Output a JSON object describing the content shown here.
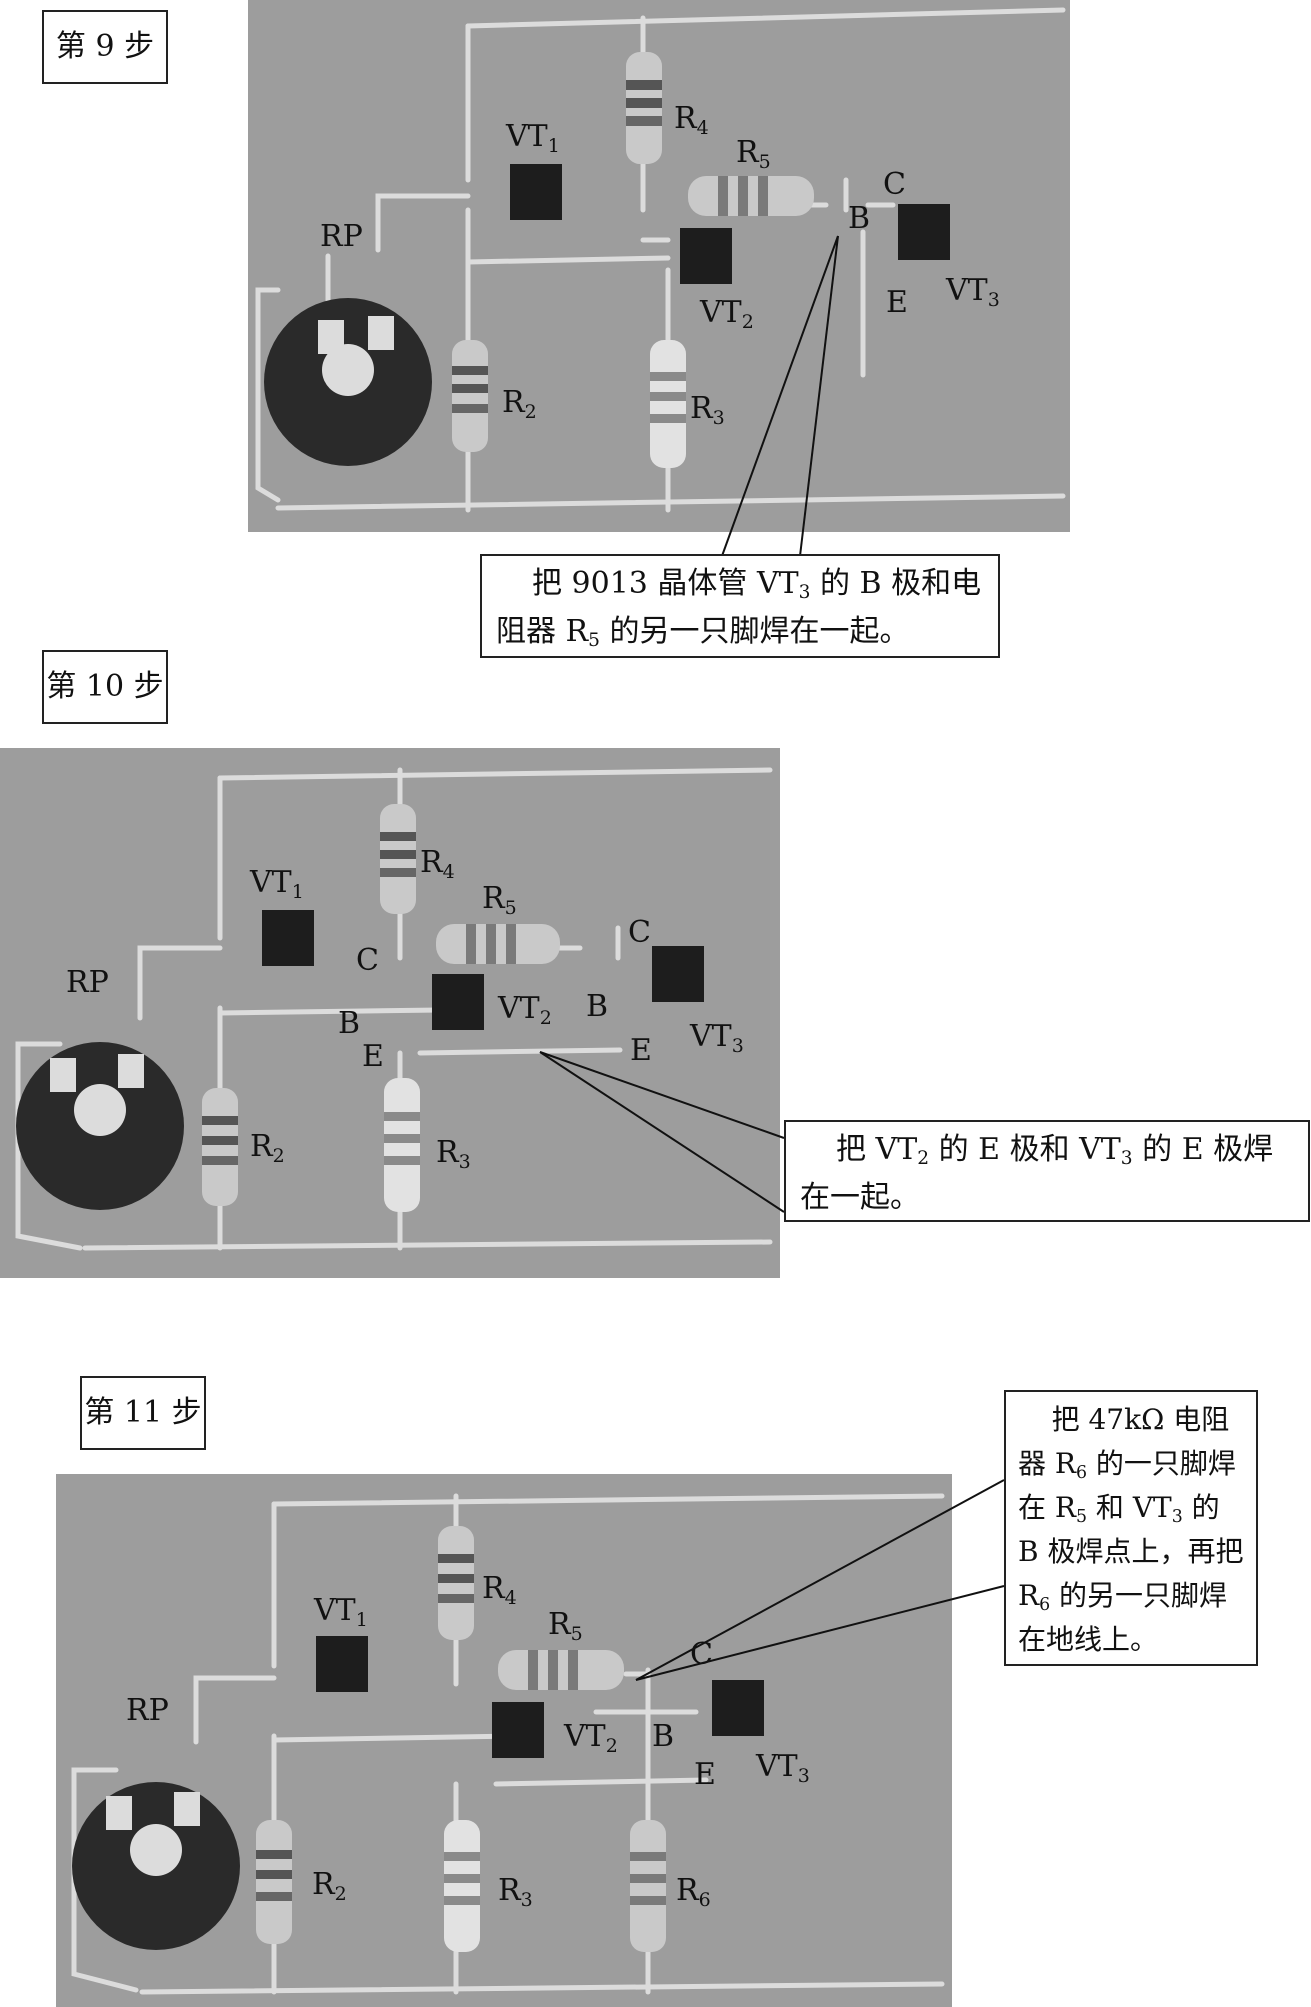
{
  "step9": {
    "title": "第 9 步",
    "labels": {
      "vt1": "VT",
      "vt1_sub": "1",
      "r4": "R",
      "r4_sub": "4",
      "r5": "R",
      "r5_sub": "5",
      "rp": "RP",
      "c": "C",
      "b": "B",
      "e": "E",
      "vt3": "VT",
      "vt3_sub": "3",
      "vt2": "VT",
      "vt2_sub": "2",
      "r2": "R",
      "r2_sub": "2",
      "r3": "R",
      "r3_sub": "3"
    },
    "callout": {
      "p1": "把 9013 晶体管 VT",
      "s1": "3",
      "p2": " 的 B 极和电阻器 R",
      "s2": "5",
      "p3": " 的另一只脚焊在一起。"
    }
  },
  "step10": {
    "title": "第 10 步",
    "labels": {
      "vt1": "VT",
      "vt1_sub": "1",
      "r4": "R",
      "r4_sub": "4",
      "r5": "R",
      "r5_sub": "5",
      "rp": "RP",
      "c_vt2": "C",
      "b_vt2": "B",
      "e_vt2": "E",
      "vt2": "VT",
      "vt2_sub": "2",
      "c_vt3": "C",
      "b_vt3": "B",
      "e_vt3": "E",
      "vt3": "VT",
      "vt3_sub": "3",
      "r2": "R",
      "r2_sub": "2",
      "r3": "R",
      "r3_sub": "3"
    },
    "callout": {
      "p1": "把 VT",
      "s1": "2",
      "p2": " 的 E 极和 VT",
      "s2": "3",
      "p3": " 的 E 极焊在一起。"
    }
  },
  "step11": {
    "title": "第 11 步",
    "labels": {
      "vt1": "VT",
      "vt1_sub": "1",
      "r4": "R",
      "r4_sub": "4",
      "r5": "R",
      "r5_sub": "5",
      "rp": "RP",
      "c": "C",
      "b": "B",
      "e": "E",
      "vt2": "VT",
      "vt2_sub": "2",
      "vt3": "VT",
      "vt3_sub": "3",
      "r2": "R",
      "r2_sub": "2",
      "r3": "R",
      "r3_sub": "3",
      "r6": "R",
      "r6_sub": "6"
    },
    "callout": {
      "p1": "把 47kΩ 电阻器 R",
      "s1": "6",
      "p2": " 的一只脚焊在 R",
      "s2": "5",
      "p3": " 和 VT",
      "s3": "3",
      "p4": " 的 B 极焊点上，再把 R",
      "s4": "6",
      "p5": " 的另一只脚焊在地线上。"
    }
  },
  "colors": {
    "photo_bg": "#9d9d9d",
    "wire": "#dcdcdc",
    "transistor": "#1d1d1d",
    "resistor_dark": "#c9c9c9",
    "resistor_light": "#e2e2e2"
  }
}
